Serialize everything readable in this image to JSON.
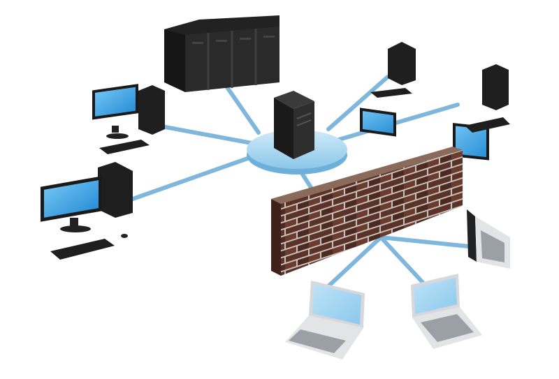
{
  "diagram": {
    "nodes": [
      {
        "id": "server-rack",
        "kind": "server-rack"
      },
      {
        "id": "central-server",
        "kind": "server"
      },
      {
        "id": "desktop-top-right-1",
        "kind": "desktop"
      },
      {
        "id": "desktop-top-right-2",
        "kind": "desktop"
      },
      {
        "id": "desktop-left-1",
        "kind": "desktop"
      },
      {
        "id": "desktop-left-2",
        "kind": "desktop"
      },
      {
        "id": "firewall",
        "kind": "brick-wall"
      },
      {
        "id": "laptop-1",
        "kind": "laptop"
      },
      {
        "id": "laptop-2",
        "kind": "laptop"
      },
      {
        "id": "laptop-3",
        "kind": "laptop"
      }
    ],
    "colors": {
      "cable": "#7fb6dc",
      "hub": "#a9d6f0",
      "hub_edge": "#6fb0db",
      "device_dark": "#1a1a1a",
      "device_mid": "#2c2c2c",
      "screen": "#3fa2e6",
      "brick": "#5a3228",
      "mortar": "#c9c3bd",
      "laptop_body": "#cfd2d6"
    }
  }
}
